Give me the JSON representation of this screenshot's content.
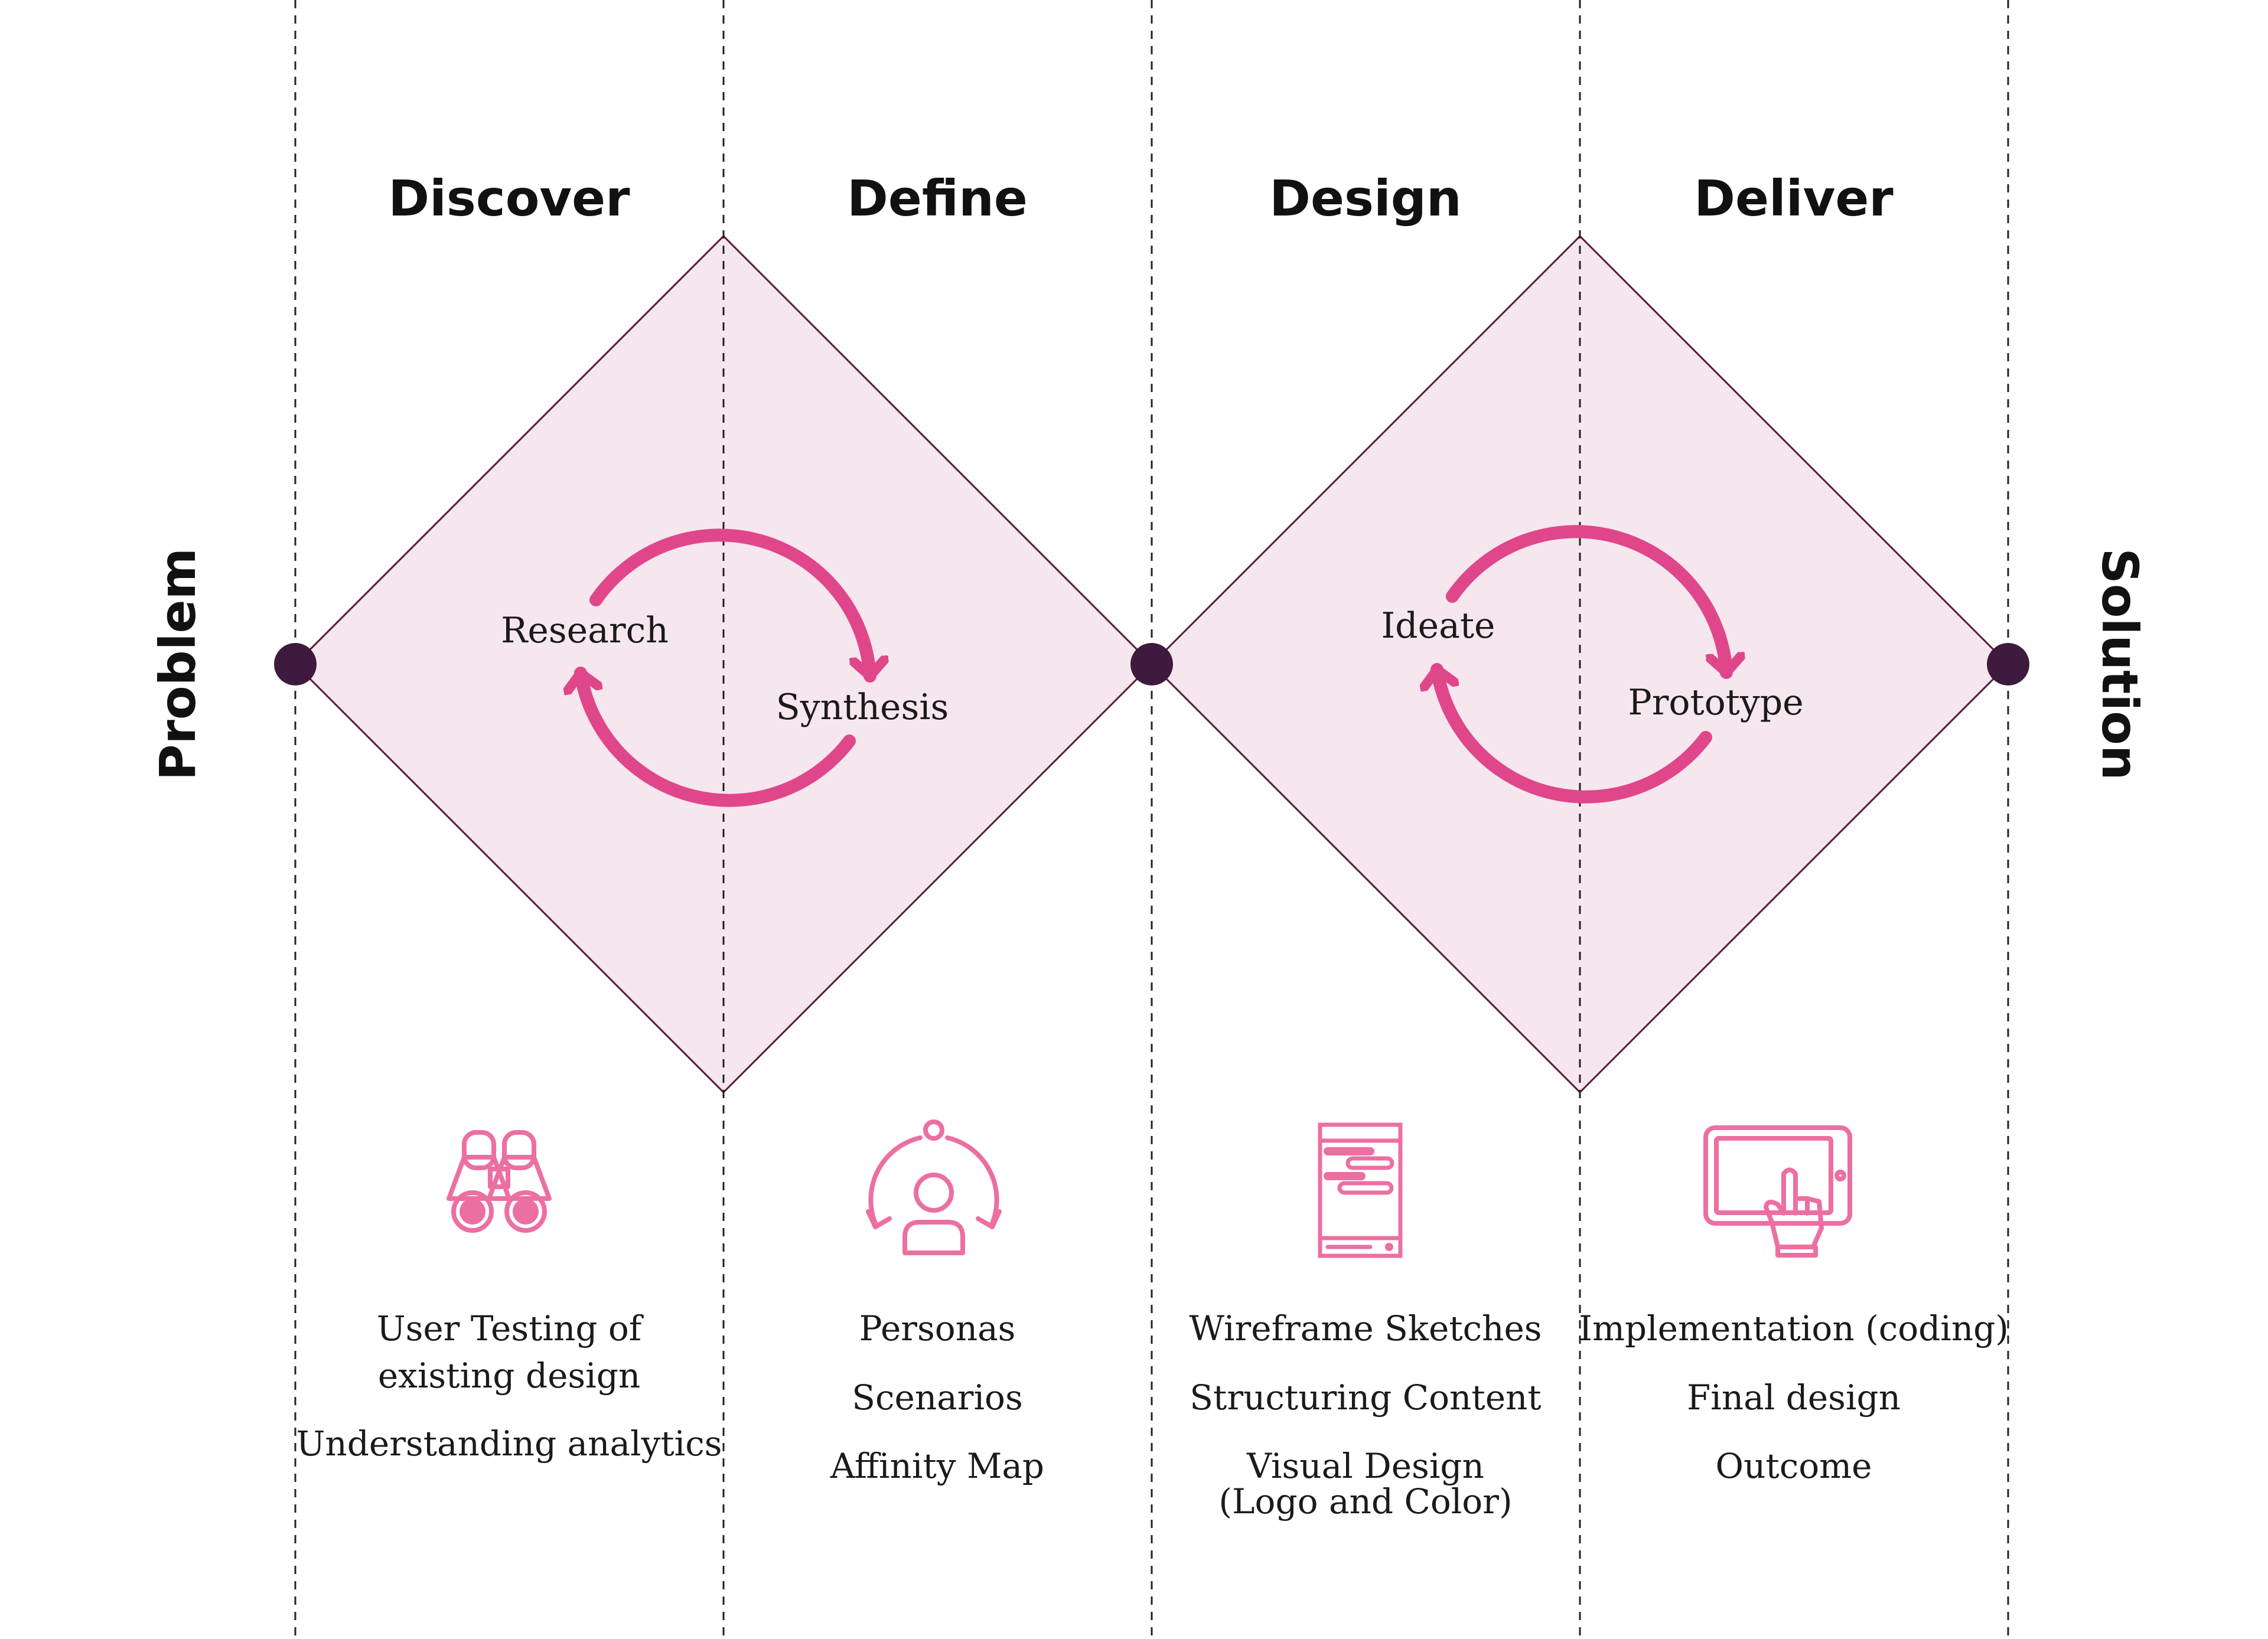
{
  "colors": {
    "diamond_fill": "#f6e6ee",
    "diamond_stroke": "#5a1a3a",
    "node": "#3f1a3f",
    "loop": "#e0468a",
    "icon": "#ec6fa2",
    "divider": "#222222"
  },
  "phases": [
    {
      "heading": "Discover",
      "icon": "binoculars-icon",
      "activities": [
        "User Testing of",
        "existing design",
        "Understanding analytics"
      ]
    },
    {
      "heading": "Define",
      "icon": "persona-cycle-icon",
      "activities": [
        "Personas",
        "Scenarios",
        "Affinity Map"
      ]
    },
    {
      "heading": "Design",
      "icon": "wireframe-icon",
      "activities": [
        "Wireframe Sketches",
        "Structuring Content",
        "Visual Design",
        "(Logo and Color)"
      ]
    },
    {
      "heading": "Deliver",
      "icon": "tablet-touch-icon",
      "activities": [
        "Implementation (coding)",
        "Final design",
        "Outcome"
      ]
    }
  ],
  "start_label": "Problem",
  "end_label": "Solution",
  "loops": [
    {
      "labels": [
        "Research",
        "Synthesis"
      ]
    },
    {
      "labels": [
        "Ideate",
        "Prototype"
      ]
    }
  ]
}
